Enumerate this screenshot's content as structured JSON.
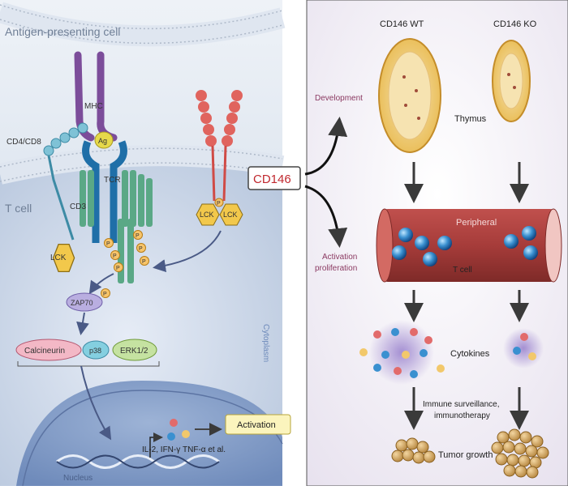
{
  "left_panel": {
    "apc_label": "Antigen-presenting cell",
    "tcell_label": "T cell",
    "cytoplasm_label": "Cytoplasm",
    "nucleus_label": "Nucleus",
    "mhc_label": "MHC",
    "ag_label": "Ag",
    "cd4cd8_label": "CD4/CD8",
    "tcr_label": "TCR",
    "cd3_label": "CD3",
    "lck_label": "LCK",
    "p_label": "P",
    "zap70_label": "ZAP70",
    "calcineurin_label": "Calcineurin",
    "p38_label": "p38",
    "erk_label": "ERK1/2",
    "cytokine_genes_label": "IL-2, IFN-γ TNF-α et al.",
    "activation_label": "Activation"
  },
  "center": {
    "cd146_label": "CD146",
    "development_label": "Development",
    "activation_label_1": "Activation",
    "activation_label_2": "proliferation"
  },
  "right_panel": {
    "wt_label": "CD146 WT",
    "ko_label": "CD146 KO",
    "thymus_label": "Thymus",
    "peripheral_label": "Peripheral",
    "tcell_label": "T cell",
    "cytokines_label": "Cytokines",
    "immune_label_1": "Immune surveillance,",
    "immune_label_2": "immunotherapy",
    "tumor_label": "Tumor growth"
  },
  "colors": {
    "cd146_text": "#c0282e",
    "purple_text": "#8b3a62",
    "lck_fill": "#f2c84b",
    "cd146_red": "#e0645e"
  }
}
